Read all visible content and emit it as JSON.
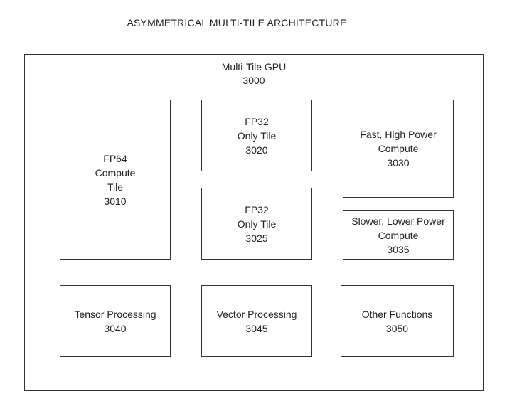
{
  "title": "ASYMMETRICAL MULTI-TILE ARCHITECTURE",
  "gpu": {
    "label": "Multi-Tile GPU",
    "ref": "3000"
  },
  "tiles": {
    "fp64": {
      "lines": [
        "FP64",
        "Compute",
        "Tile"
      ],
      "ref": "3010"
    },
    "fp32_a": {
      "lines": [
        "FP32",
        "Only Tile"
      ],
      "ref": "3020"
    },
    "fp32_b": {
      "lines": [
        "FP32",
        "Only Tile"
      ],
      "ref": "3025"
    },
    "fast": {
      "lines": [
        "Fast, High Power",
        "Compute"
      ],
      "ref": "3030"
    },
    "slow": {
      "lines": [
        "Slower, Lower Power",
        "Compute"
      ],
      "ref": "3035"
    },
    "tensor": {
      "lines": [
        "Tensor Processing"
      ],
      "ref": "3040"
    },
    "vector": {
      "lines": [
        "Vector Processing"
      ],
      "ref": "3045"
    },
    "other": {
      "lines": [
        "Other Functions"
      ],
      "ref": "3050"
    }
  }
}
